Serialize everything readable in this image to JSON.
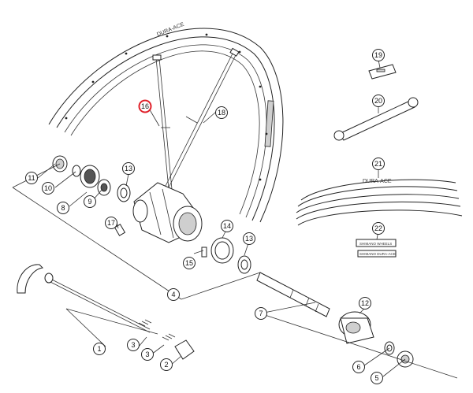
{
  "callouts": [
    {
      "id": "1",
      "label": "1"
    },
    {
      "id": "2",
      "label": "2"
    },
    {
      "id": "3a",
      "label": "3"
    },
    {
      "id": "3b",
      "label": "3"
    },
    {
      "id": "4",
      "label": "4"
    },
    {
      "id": "5",
      "label": "5"
    },
    {
      "id": "6",
      "label": "6"
    },
    {
      "id": "7",
      "label": "7"
    },
    {
      "id": "8",
      "label": "8"
    },
    {
      "id": "9",
      "label": "9"
    },
    {
      "id": "10",
      "label": "10"
    },
    {
      "id": "11",
      "label": "11"
    },
    {
      "id": "12",
      "label": "12"
    },
    {
      "id": "13a",
      "label": "13"
    },
    {
      "id": "13b",
      "label": "13"
    },
    {
      "id": "14",
      "label": "14"
    },
    {
      "id": "15",
      "label": "15"
    },
    {
      "id": "16",
      "label": "16"
    },
    {
      "id": "17",
      "label": "17"
    },
    {
      "id": "18",
      "label": "18"
    },
    {
      "id": "19",
      "label": "19"
    },
    {
      "id": "20",
      "label": "20"
    },
    {
      "id": "21",
      "label": "21"
    },
    {
      "id": "22",
      "label": "22"
    }
  ],
  "highlight_color": "#e0202a",
  "rim_decal": "DURA-ACE",
  "sticker_text": {
    "line1": "SHIMANO WHEELS",
    "line2": "SHIMANO DURA-ACE"
  }
}
